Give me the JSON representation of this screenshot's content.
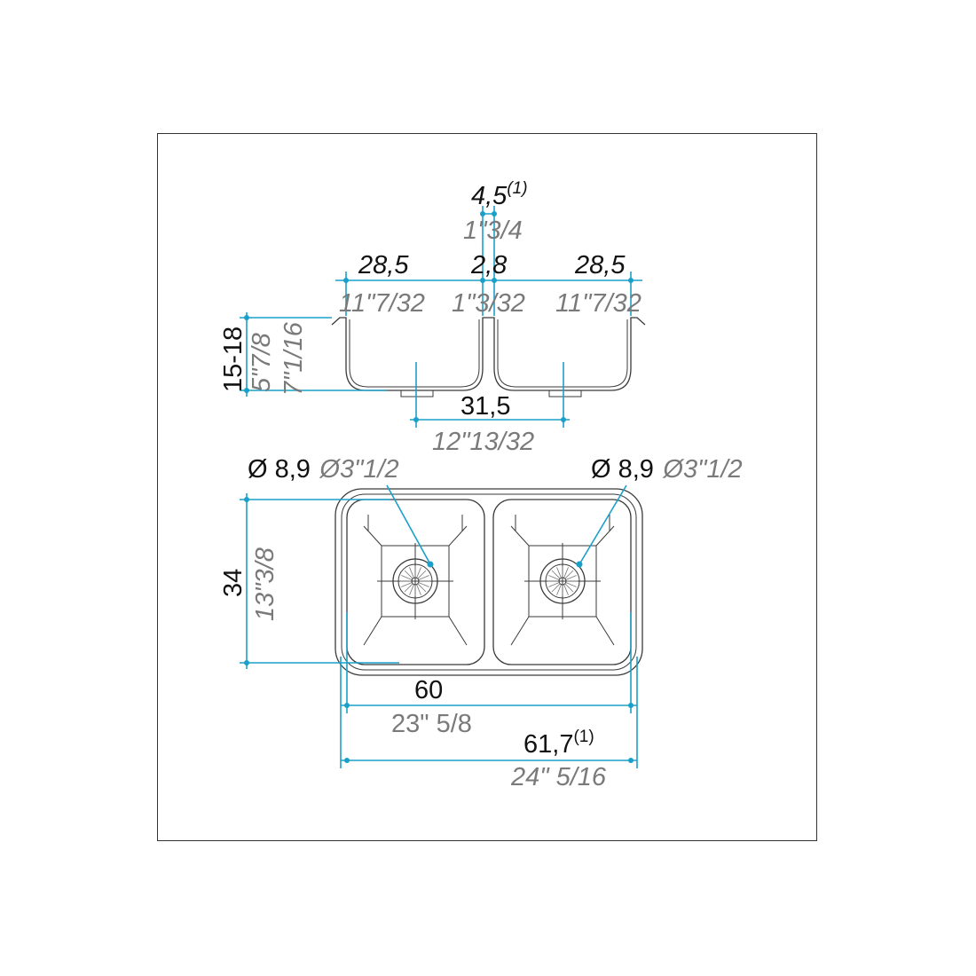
{
  "colors": {
    "dimension_line": "#1aa0c8",
    "metric_text": "#111111",
    "imperial_text": "#7a7a7a",
    "outline": "#3a3a3a"
  },
  "side_view": {
    "divider_width": {
      "metric": "4,5",
      "note": "(1)",
      "imperial": "1\"3/4"
    },
    "left_bowl_width": {
      "metric": "28,5",
      "imperial": "11\"7/32"
    },
    "center_width": {
      "metric": "2,8",
      "imperial": "1\"3/32"
    },
    "right_bowl_width": {
      "metric": "28,5",
      "imperial": "11\"7/32"
    },
    "depth": {
      "metric": "15-18",
      "imperial_min": "5\"7/8",
      "imperial_max": "7\"1/16"
    },
    "drain_spacing": {
      "metric": "31,5",
      "imperial": "12\"13/32"
    }
  },
  "top_view": {
    "drain_left": {
      "metric": "Ø 8,9",
      "imperial": "Ø3\"1/2"
    },
    "drain_right": {
      "metric": "Ø 8,9",
      "imperial": "Ø3\"1/2"
    },
    "height": {
      "metric": "34",
      "imperial": "13\"3/8"
    },
    "inner_width": {
      "metric": "60",
      "imperial": "23\" 5/8"
    },
    "outer_width": {
      "metric": "61,7",
      "note": "(1)",
      "imperial": "24\" 5/16"
    }
  }
}
